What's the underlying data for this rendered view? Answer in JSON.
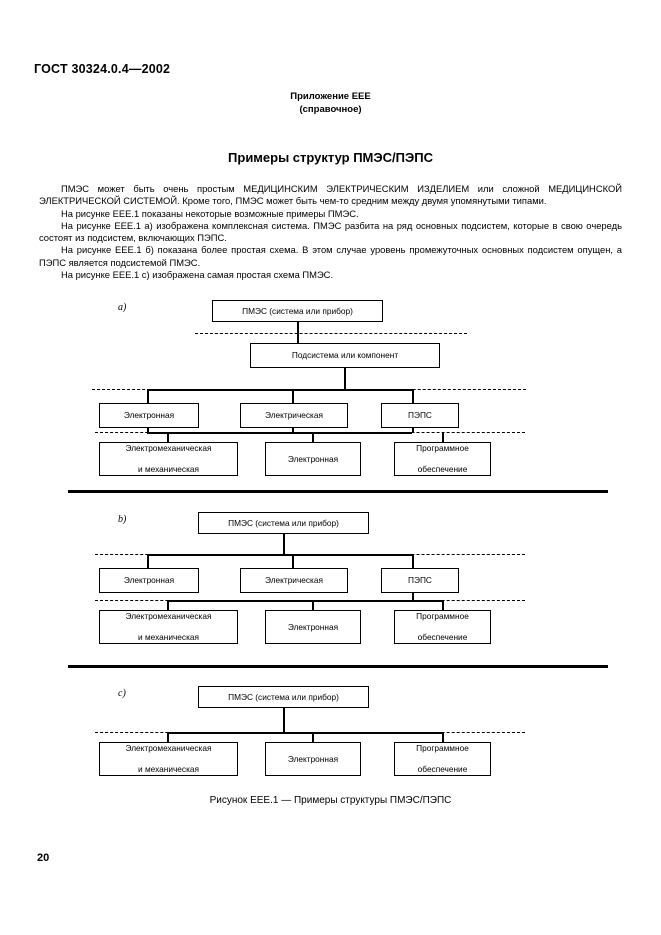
{
  "document": {
    "standard_number": "ГОСТ 30324.0.4—2002",
    "annex_title": "Приложение ЕЕЕ",
    "annex_subtitle": "(справочное)",
    "main_title": "Примеры структур ПМЭС/ПЭПС",
    "page_number": "20",
    "figure_caption": "Рисунок ЕЕЕ.1 — Примеры структуры ПМЭС/ПЭПС"
  },
  "paragraphs": [
    "ПМЭС может быть очень простым МЕДИЦИНСКИМ ЭЛЕКТРИЧЕСКИМ ИЗДЕЛИЕМ или сложной МЕДИЦИНСКОЙ ЭЛЕКТРИЧЕСКОЙ СИСТЕМОЙ. Кроме того, ПМЭС может быть чем-то средним между двумя упомянутыми типами.",
    "На рисунке ЕЕЕ.1 показаны некоторые возможные примеры ПМЭС.",
    "На рисунке ЕЕЕ.1 а) изображена комплексная система. ПМЭС разбита на ряд основных подсистем, которые в свою очередь состоят из подсистем, включающих ПЭПС.",
    "На рисунке ЕЕЕ.1 б) показана более простая схема. В этом случае уровень промежуточных основных подсистем опущен, а ПЭПС является подсистемой ПМЭС.",
    "На рисунке ЕЕЕ.1 с) изображена самая простая схема ПМЭС."
  ],
  "figure": {
    "panels": [
      {
        "label": "a)",
        "boxes": {
          "root": "ПМЭС (система или прибор)",
          "subsystem": "Подсистема или компонент",
          "level3": [
            "Электронная",
            "Электрическая",
            "ПЭПС"
          ],
          "level4": [
            "Электромеханическая и механическая",
            "Электронная",
            "Программное обеспечение"
          ],
          "level4_lines": [
            [
              "Электромеханическая",
              "и механическая"
            ],
            [
              "Электронная"
            ],
            [
              "Программное",
              "обеспечение"
            ]
          ]
        }
      },
      {
        "label": "b)",
        "boxes": {
          "root": "ПМЭС (система или прибор)",
          "level3": [
            "Электронная",
            "Электрическая",
            "ПЭПС"
          ],
          "level4_lines": [
            [
              "Электромеханическая",
              "и механическая"
            ],
            [
              "Электронная"
            ],
            [
              "Программное",
              "обеспечение"
            ]
          ]
        }
      },
      {
        "label": "c)",
        "boxes": {
          "root": "ПМЭС (система или прибор)",
          "level4_lines": [
            [
              "Электромеханическая",
              "и механическая"
            ],
            [
              "Электронная"
            ],
            [
              "Программное",
              "обеспечение"
            ]
          ]
        }
      }
    ]
  }
}
